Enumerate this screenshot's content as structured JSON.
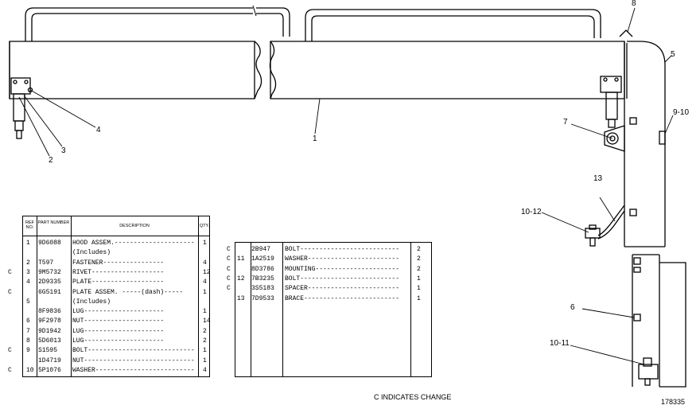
{
  "callouts": {
    "c1": "1",
    "c2": "2",
    "c3": "3",
    "c4": "4",
    "c5": "5",
    "c6": "6",
    "c7": "7",
    "c8": "8",
    "c9_10": "9-10",
    "c10_11": "10-11",
    "c10_12": "10-12",
    "c13": "13"
  },
  "table1": {
    "headers": {
      "ref": "REF NO.",
      "part": "PART NUMBER",
      "desc": "DESCRIPTION",
      "qty": "QTY."
    },
    "rows": [
      {
        "c": "",
        "ref": "1",
        "part": "9D6088",
        "desc": "HOOD ASSEM.---------------------",
        "qty": "1"
      },
      {
        "c": "",
        "ref": "",
        "part": "",
        "desc": "    (Includes)",
        "qty": ""
      },
      {
        "c": "",
        "ref": "2",
        "part": "T597",
        "desc": "    FASTENER----------------",
        "qty": "4"
      },
      {
        "c": "C",
        "ref": "3",
        "part": "9M5732",
        "desc": "    RIVET-------------------",
        "qty": "12"
      },
      {
        "c": "",
        "ref": "4",
        "part": "2D9335",
        "desc": "    PLATE-------------------",
        "qty": "4"
      },
      {
        "c": "C",
        "ref": "",
        "part": "6G5191",
        "desc": "PLATE ASSEM. -----(dash)-----",
        "qty": "1"
      },
      {
        "c": "",
        "ref": "5",
        "part": "",
        "desc": "    (Includes)",
        "qty": ""
      },
      {
        "c": "",
        "ref": "",
        "part": "8F9836",
        "desc": "    LUG---------------------",
        "qty": "1"
      },
      {
        "c": "",
        "ref": "6",
        "part": "9F2978",
        "desc": "    NUT---------------------",
        "qty": "14"
      },
      {
        "c": "",
        "ref": "7",
        "part": "9D1942",
        "desc": "    LUG---------------------",
        "qty": "2"
      },
      {
        "c": "",
        "ref": "8",
        "part": "5D6013",
        "desc": "    LUG---------------------",
        "qty": "2"
      },
      {
        "c": "C",
        "ref": "9",
        "part": "S1595",
        "desc": "BOLT----------------------------",
        "qty": "1"
      },
      {
        "c": "",
        "ref": "",
        "part": "1D4719",
        "desc": "NUT-----------------------------",
        "qty": "1"
      },
      {
        "c": "C",
        "ref": "10",
        "part": "5P1076",
        "desc": "WASHER--------------------------",
        "qty": "4"
      }
    ]
  },
  "table2": {
    "rows": [
      {
        "c": "C",
        "ref": "",
        "part": "2B947",
        "desc": "BOLT--------------------------",
        "qty": "2"
      },
      {
        "c": "C",
        "ref": "11",
        "part": "1A2519",
        "desc": "WASHER------------------------",
        "qty": "2"
      },
      {
        "c": "C",
        "ref": "",
        "part": "8D3786",
        "desc": "MOUNTING----------------------",
        "qty": "2"
      },
      {
        "c": "C",
        "ref": "12",
        "part": "7B3235",
        "desc": "BOLT--------------------------",
        "qty": "1"
      },
      {
        "c": "C",
        "ref": "",
        "part": "3S5183",
        "desc": "SPACER------------------------",
        "qty": "1"
      },
      {
        "c": "",
        "ref": "13",
        "part": "7D9533",
        "desc": "BRACE-------------------------",
        "qty": "1"
      }
    ]
  },
  "footer": {
    "change_note": "C INDICATES CHANGE",
    "figure_number": "178335"
  }
}
